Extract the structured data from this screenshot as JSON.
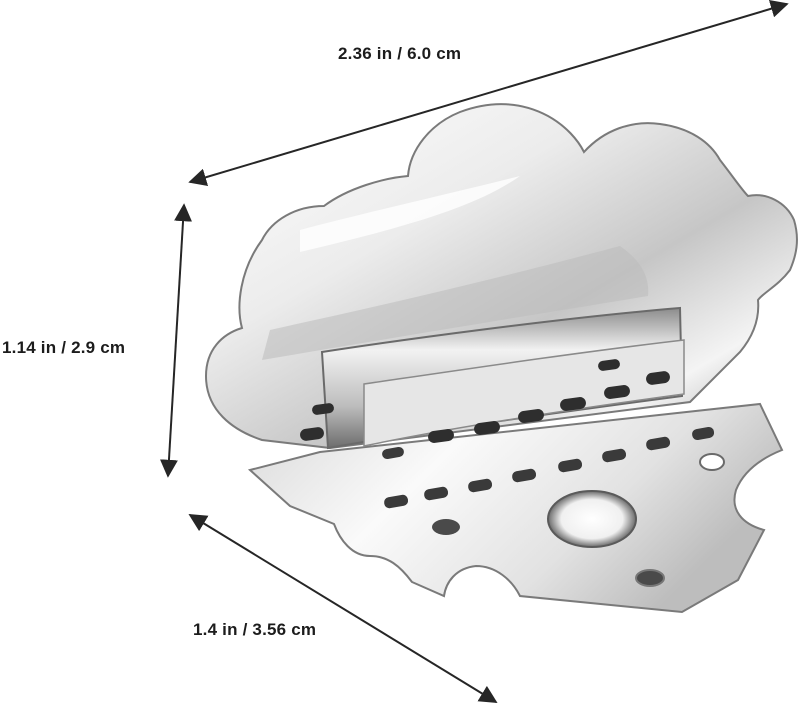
{
  "dimensions": {
    "width_label": "2.36 in / 6.0 cm",
    "height_label": "1.14 in / 2.9 cm",
    "depth_label": "1.4 in / 3.56 cm"
  },
  "colors": {
    "arrow": "#262626",
    "metal_light": "#f7f7f7",
    "metal_mid": "#c9c9c9",
    "metal_dark": "#5e5e5e",
    "outline": "#7a7a7a"
  },
  "product": {
    "icon": "mandolin-tailpiece-icon"
  }
}
